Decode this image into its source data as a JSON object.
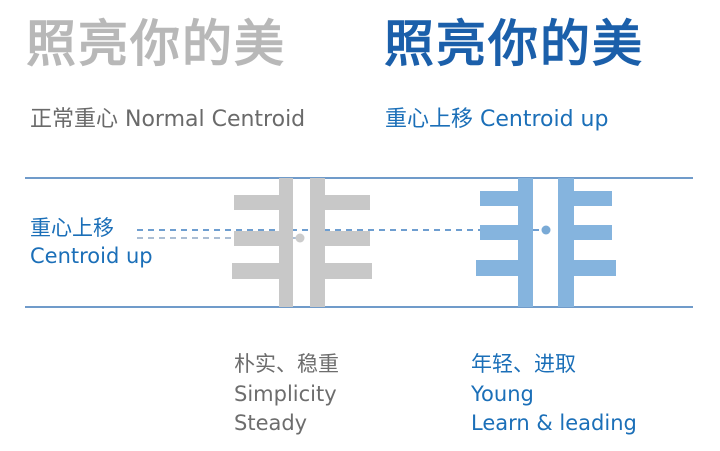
{
  "titles": {
    "left": "照亮你的美",
    "right": "照亮你的美"
  },
  "subtitles": {
    "left": "正常重心  Normal Centroid",
    "right": "重心上移  Centroid up"
  },
  "side_label": {
    "cn": "重心上移",
    "en": "Centroid up"
  },
  "captions": {
    "left": {
      "cn": "朴实、稳重",
      "en1": "Simplicity",
      "en2": "Steady"
    },
    "right": {
      "cn": "年轻、进取",
      "en1": "Young",
      "en2": "Learn & leading"
    }
  },
  "colors": {
    "gray_glyph": "#c8c8c8",
    "blue_glyph": "#85b4de",
    "line_blue": "#1b5faa",
    "dot_gray": "#cccccc",
    "dot_blue": "#7aaad6"
  }
}
